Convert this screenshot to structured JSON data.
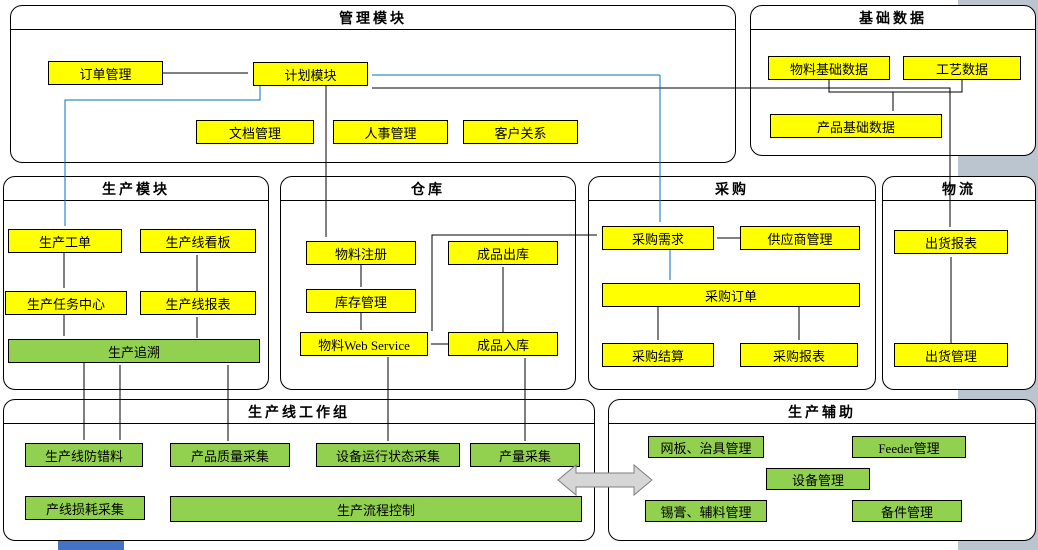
{
  "colors": {
    "module_yellow": "#ffff00",
    "module_green": "#92d050",
    "container_border": "#000000",
    "arrow_black": "#000000",
    "arrow_blue": "#0070c0",
    "right_band": "#bac5cf",
    "bottom_bar_blue": "#4472c4"
  },
  "sections": {
    "management": {
      "title": "管理模块",
      "boxes": {
        "order": "订单管理",
        "plan": "计划模块",
        "doc": "文档管理",
        "hr": "人事管理",
        "crm": "客户关系"
      }
    },
    "basic_data": {
      "title": "基础数据",
      "boxes": {
        "material_base": "物料基础数据",
        "process": "工艺数据",
        "product_base": "产品基础数据"
      }
    },
    "production": {
      "title": "生产模块",
      "boxes": {
        "work_order": "生产工单",
        "kanban": "生产线看板",
        "task_center": "生产任务中心",
        "line_report": "生产线报表",
        "trace": "生产追溯"
      }
    },
    "warehouse": {
      "title": "仓库",
      "boxes": {
        "material_reg": "物料注册",
        "fg_out": "成品出库",
        "inventory": "库存管理",
        "material_ws": "物料Web Service",
        "fg_in": "成品入库"
      }
    },
    "purchase": {
      "title": "采购",
      "boxes": {
        "demand": "采购需求",
        "supplier": "供应商管理",
        "order": "采购订单",
        "settle": "采购结算",
        "report": "采购报表"
      }
    },
    "logistics": {
      "title": "物流",
      "boxes": {
        "ship_report": "出货报表",
        "ship_mgmt": "出货管理"
      }
    },
    "line_workgroup": {
      "title": "生产线工作组",
      "boxes": {
        "anti_error": "生产线防错料",
        "quality": "产品质量采集",
        "equip_status": "设备运行状态采集",
        "output": "产量采集",
        "loss": "产线损耗采集",
        "flow_ctrl": "生产流程控制"
      }
    },
    "aux": {
      "title": "生产辅助",
      "boxes": {
        "stencil": "网板、治具管理",
        "feeder": "Feeder管理",
        "equip": "设备管理",
        "solder": "锡膏、辅料管理",
        "spare": "备件管理"
      }
    }
  }
}
